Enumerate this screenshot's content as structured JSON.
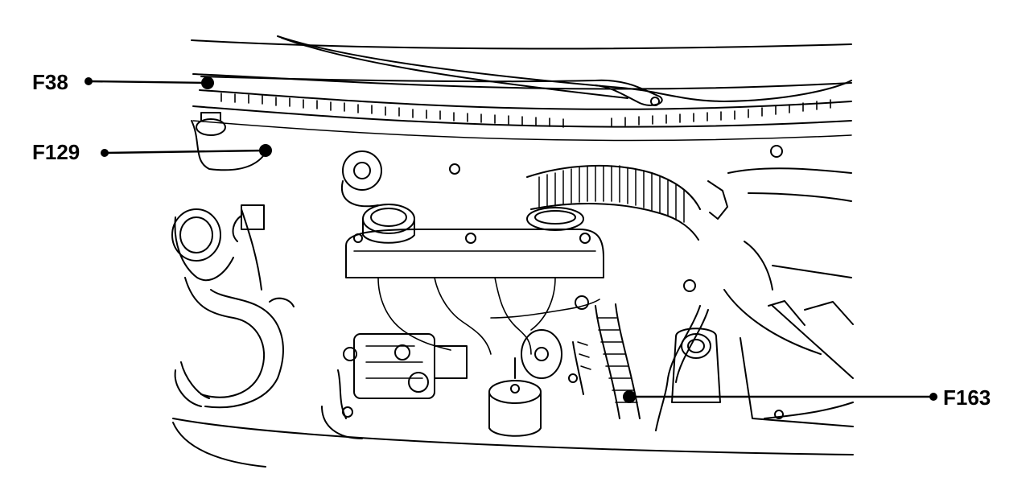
{
  "callouts": [
    {
      "id": "F38",
      "label": "F38"
    },
    {
      "id": "F129",
      "label": "F129"
    },
    {
      "id": "F163",
      "label": "F163"
    }
  ],
  "colors": {
    "line": "#000000",
    "background": "#ffffff"
  }
}
